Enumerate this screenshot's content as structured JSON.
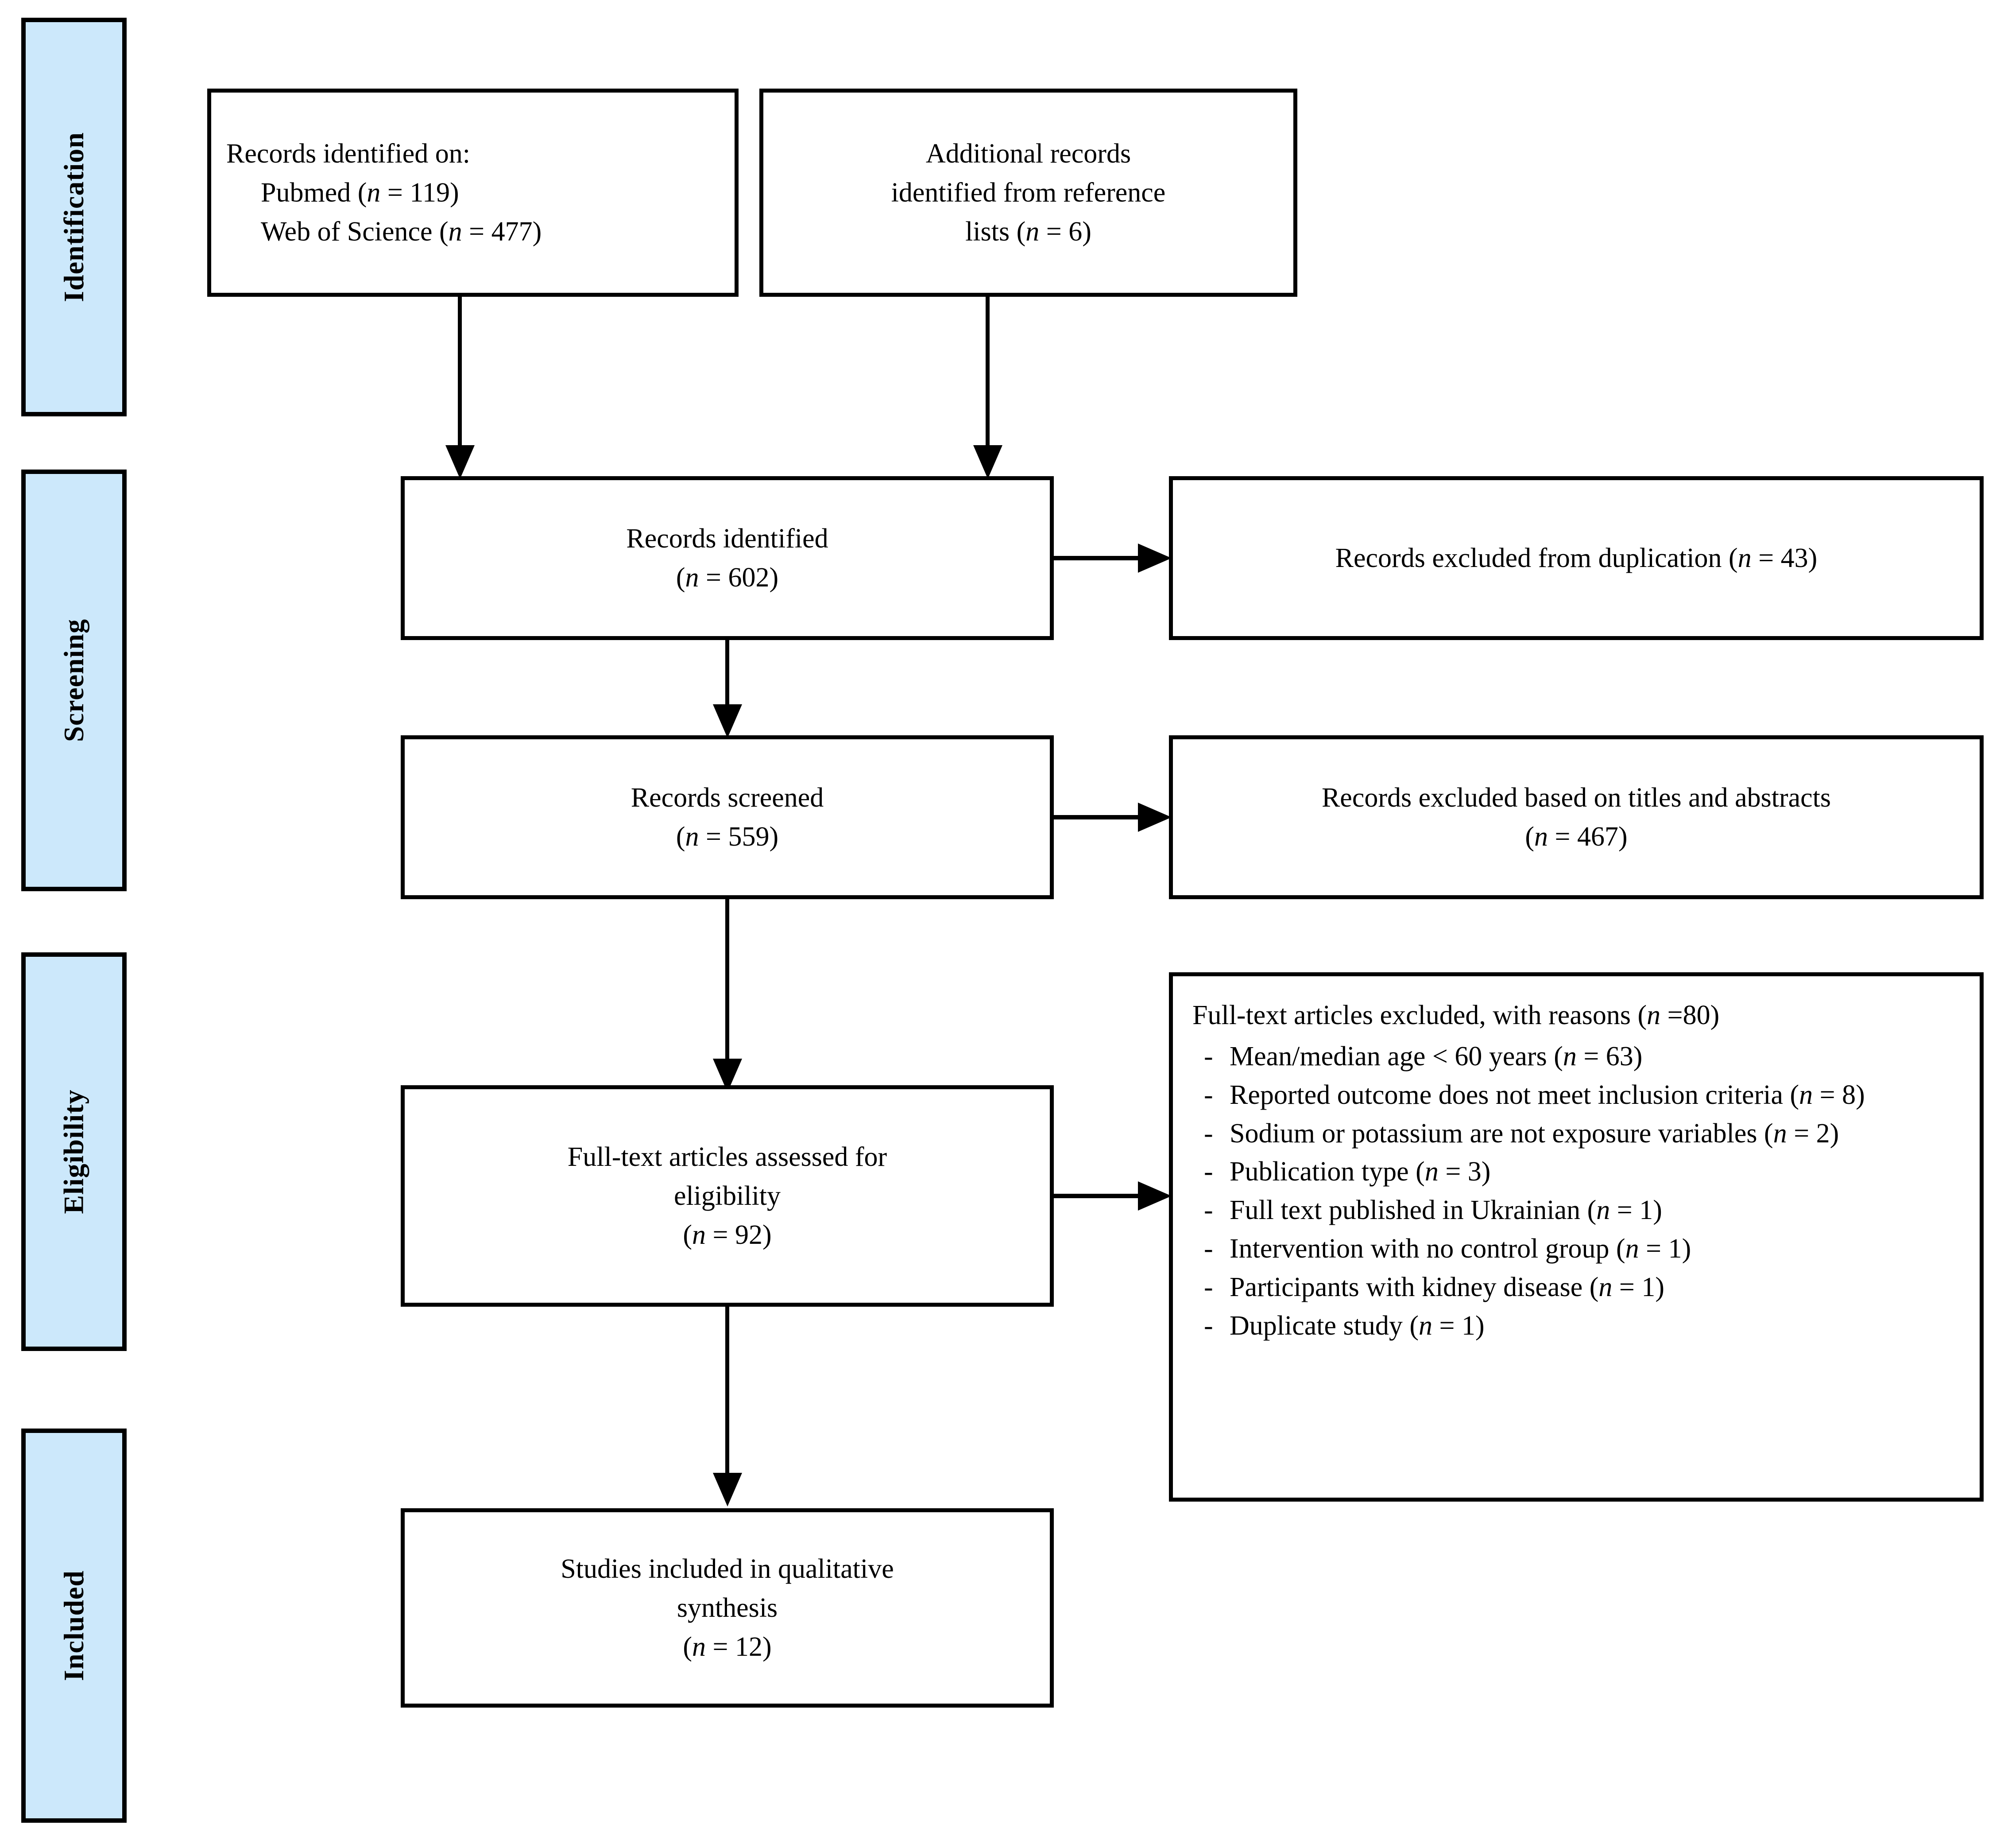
{
  "stages": [
    {
      "label": "Identification"
    },
    {
      "label": "Screening"
    },
    {
      "label": "Eligibility"
    },
    {
      "label": "Included"
    }
  ],
  "nodes": {
    "records_identified_on": {
      "line1": "Records identified on:",
      "line2": "Pubmed (n = 119)",
      "line3": "Web of Science (n = 477)"
    },
    "additional_records": {
      "line1": "Additional records",
      "line2": "identified from reference",
      "line3": "lists (n = 6)"
    },
    "records_identified": {
      "line1": "Records identified",
      "line2": "(n = 602)"
    },
    "records_excluded_duplication": {
      "line1": "Records excluded from duplication (n = 43)"
    },
    "records_screened": {
      "line1": "Records screened",
      "line2": "(n = 559)"
    },
    "records_excluded_titles": {
      "line1": "Records excluded based on titles and abstracts",
      "line2": "(n = 467)"
    },
    "fulltext_assessed": {
      "line1": "Full-text articles assessed for",
      "line2": "eligibility",
      "line3": "(n = 92)"
    },
    "fulltext_excluded": {
      "heading": "Full-text articles excluded, with reasons (n =80)",
      "bullet_marker": "-",
      "reasons": [
        "Mean/median age < 60 years (n = 63)",
        "Reported outcome does not meet inclusion criteria (n = 8)",
        "Sodium or potassium are not exposure variables (n = 2)",
        "Publication type (n = 3)",
        "Full text published in Ukrainian (n = 1)",
        "Intervention with no control group (n = 1)",
        "Participants with kidney disease (n = 1)",
        "Duplicate study (n = 1)"
      ]
    },
    "studies_included": {
      "line1": "Studies included in qualitative",
      "line2": "synthesis",
      "line3": "(n = 12)"
    }
  },
  "colors": {
    "stage_fill": "#cce8fb",
    "stroke": "#000000",
    "node_fill": "#ffffff"
  }
}
